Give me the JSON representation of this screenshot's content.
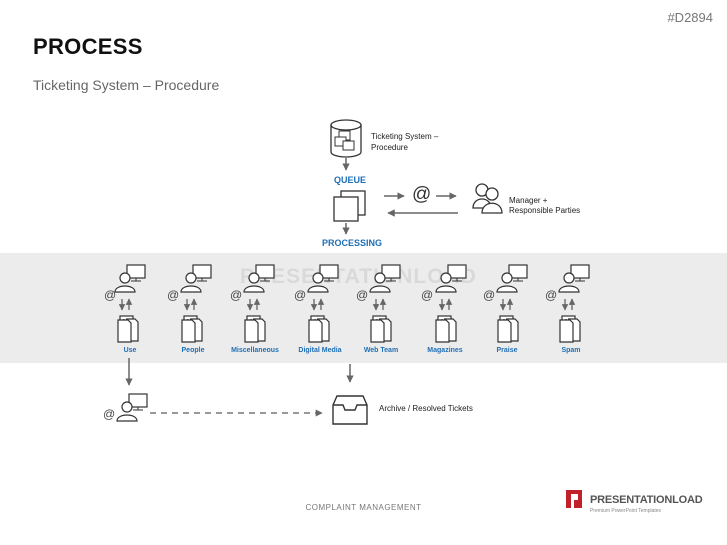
{
  "header": {
    "title": "PROCESS",
    "subtitle": "Ticketing System – Procedure",
    "code": "#D2894"
  },
  "diagram": {
    "db_label_line1": "Ticketing System –",
    "db_label_line2": "Procedure",
    "queue_label": "QUEUE",
    "processing_label": "PROCESSING",
    "at_symbol": "@",
    "manager_line1": "Manager  +",
    "manager_line2": "Responsible Parties",
    "categories": [
      "Use",
      "People",
      "Miscellaneous",
      "Digital Media",
      "Web Team",
      "Magazines",
      "Praise",
      "Spam"
    ],
    "archive_label": "Archive / Resolved Tickets"
  },
  "footer": {
    "center_text": "COMPLAINT  MANAGEMENT",
    "brand_name": "PRESENTATIONLOAD",
    "brand_tagline": "Premium PowerPoint Templates",
    "watermark": "PRESENTATIONLOAD"
  }
}
